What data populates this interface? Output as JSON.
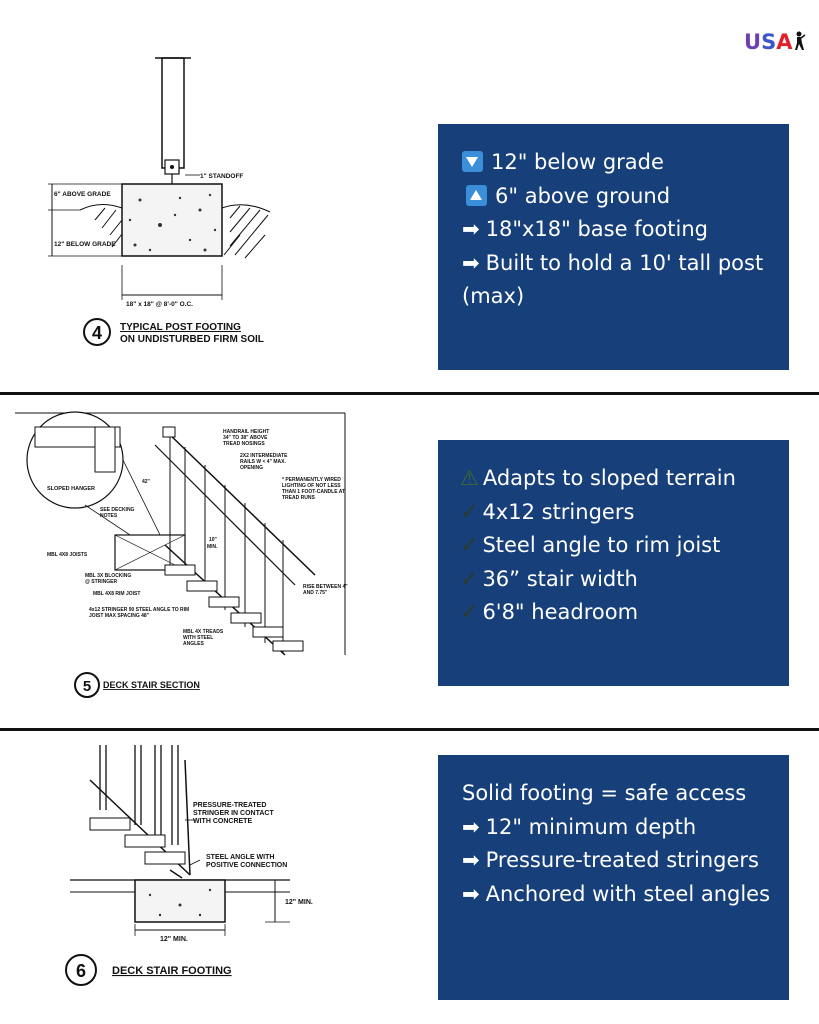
{
  "logo": {
    "u": "U",
    "s": "S",
    "a": "A"
  },
  "section1": {
    "label": "4",
    "title": "TYPICAL POST FOOTING",
    "subtitle": "ON UNDISTURBED FIRM SOIL",
    "notes": {
      "standoff": "1\" STANDOFF",
      "above": "6\" ABOVE GRADE",
      "below": "12\" BELOW GRADE",
      "dim": "18\" x 18\" @ 8'-0\" O.C."
    },
    "items": [
      {
        "icon": "down-arrow-box-icon",
        "text": "12\" below grade"
      },
      {
        "icon": "up-arrow-box-icon",
        "text": "6\" above ground"
      },
      {
        "icon": "right-arrow-icon",
        "text": "18\"x18\" base footing"
      },
      {
        "icon": "right-arrow-icon",
        "text": "Built to hold a 10' tall post (max)"
      }
    ]
  },
  "section2": {
    "label": "5",
    "title": "DECK STAIR SECTION",
    "notes": {
      "handrail": "HANDRAIL HEIGHT",
      "handrail2": "34\" TO 38\" ABOVE",
      "handrail3": "TREAD NOSINGS",
      "rails": "2X2 INTERMEDIATE",
      "rails2": "RAILS W < 4\" MAX.",
      "rails3": "OPENING",
      "light": "* PERMANENTLY WIRED",
      "light2": "LIGHTING OF NOT LESS",
      "light3": "THAN 1 FOOT-CANDLE AT",
      "light4": "TREAD RUNS",
      "sloped": "SLOPED HANGER",
      "decking": "SEE DECKING",
      "decking2": "NOTES",
      "height": "42\"",
      "min10": "10\"",
      "min": "MIN.",
      "joists": "MBL 4X8 JOISTS",
      "blocking": "MBL 3X BLOCKING",
      "blocking2": "@ STRINGER",
      "rim": "MBL 4X8 RIM JOIST",
      "stringer": "4x12 STRINGER 90 STEEL ANGLE TO RIM",
      "stringer2": "JOIST MAX SPACING 48\"",
      "treads": "MBL 4X TREADS",
      "treads2": "WITH STEEL",
      "treads3": "ANGLES",
      "rise": "RISE BETWEEN 4\"",
      "rise2": "AND 7.75\""
    },
    "items": [
      {
        "icon": "warning-icon",
        "text": "Adapts to sloped terrain"
      },
      {
        "icon": "check-icon",
        "text": "4x12 stringers"
      },
      {
        "icon": "check-icon",
        "text": "Steel angle to rim joist"
      },
      {
        "icon": "check-icon",
        "text": "36” stair width"
      },
      {
        "icon": "check-icon",
        "text": "6'8\" headroom"
      }
    ]
  },
  "section3": {
    "label": "6",
    "title": "DECK STAIR FOOTING",
    "notes": {
      "pt": "PRESSURE-TREATED",
      "pt2": "STRINGER IN CONTACT",
      "pt3": "WITH CONCRETE",
      "steel": "STEEL ANGLE WITH",
      "steel2": "POSITIVE CONNECTION",
      "depth": "12\" MIN.",
      "width": "12\" MIN."
    },
    "items": [
      {
        "icon": "",
        "text": "Solid footing = safe access"
      },
      {
        "icon": "right-arrow-icon",
        "text": "12\" minimum depth"
      },
      {
        "icon": "right-arrow-icon",
        "text": "Pressure-treated stringers"
      },
      {
        "icon": "right-arrow-icon",
        "text": "Anchored with steel angles"
      }
    ]
  }
}
